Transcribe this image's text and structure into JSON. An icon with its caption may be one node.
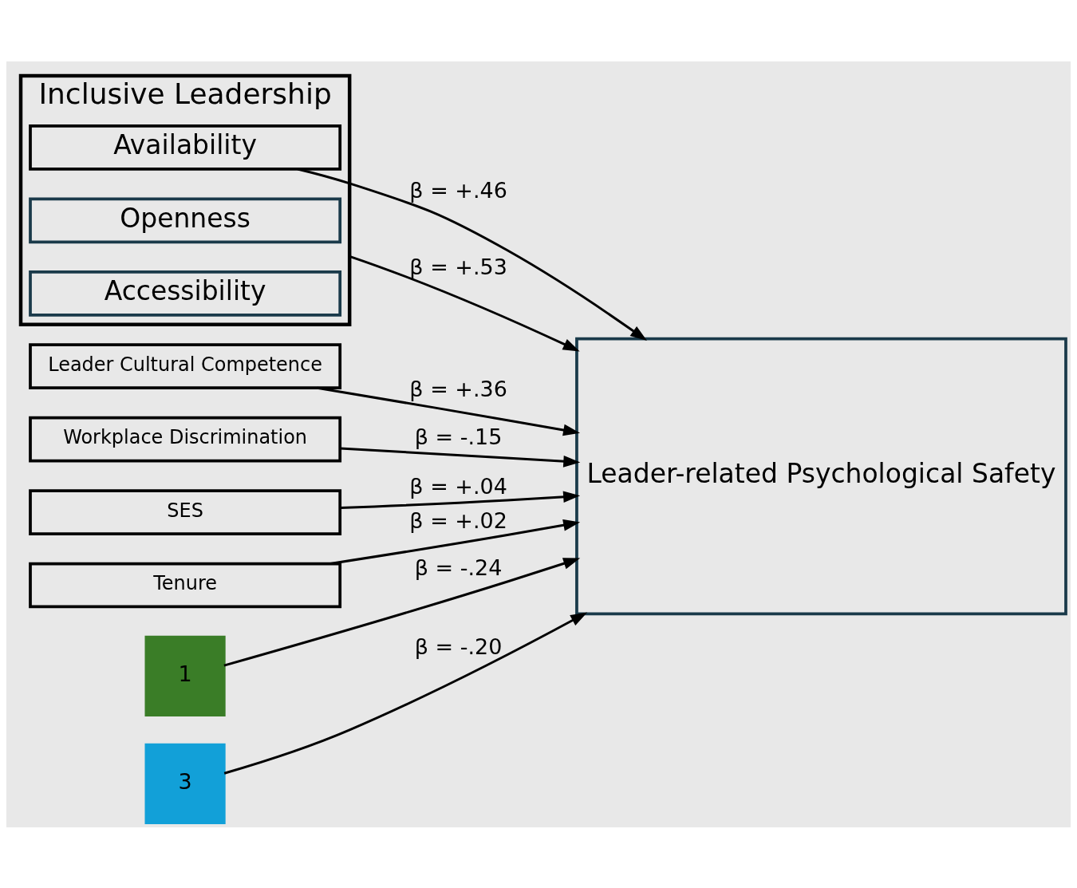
{
  "diagram": {
    "nodes": [
      {
        "text": [
          "Inclusive Leadership"
        ]
      },
      {
        "text": [
          "Availability"
        ],
        "in": 0
      },
      {
        "text": [
          "Openness"
        ],
        "in": 0
      },
      {
        "text": [
          "Accessibility"
        ],
        "in": 0
      },
      {
        "text": [
          "Leader Cultural Competence"
        ]
      },
      {
        "text": [
          "Workplace Discrimination"
        ]
      },
      {
        "text": [
          "SES"
        ]
      },
      {
        "text": [
          "Tenure"
        ]
      },
      {
        "text": [
          "Leader-related Psychological Safety"
        ]
      },
      {
        "text": [
          "1"
        ]
      },
      {
        "text": [
          "3"
        ]
      }
    ],
    "edges": [
      {
        "from": 1,
        "to": 8,
        "arrow": "to",
        "label": "β = +.46"
      },
      {
        "from": 0,
        "to": 8,
        "arrow": "to",
        "label": "β = +.53"
      },
      {
        "from": 4,
        "to": 8,
        "arrow": "to",
        "label": "β = +.36"
      },
      {
        "from": 5,
        "to": 8,
        "arrow": "to",
        "label": "β = -.15"
      },
      {
        "from": 6,
        "to": 8,
        "arrow": "to",
        "label": "β = +.04"
      },
      {
        "from": 7,
        "to": 8,
        "arrow": "to",
        "label": "β = +.02"
      },
      {
        "from": 9,
        "to": 8,
        "arrow": "to",
        "label": "β = -.24"
      },
      {
        "from": 10,
        "to": 8,
        "arrow": "to",
        "label": "β = -.20"
      }
    ]
  }
}
